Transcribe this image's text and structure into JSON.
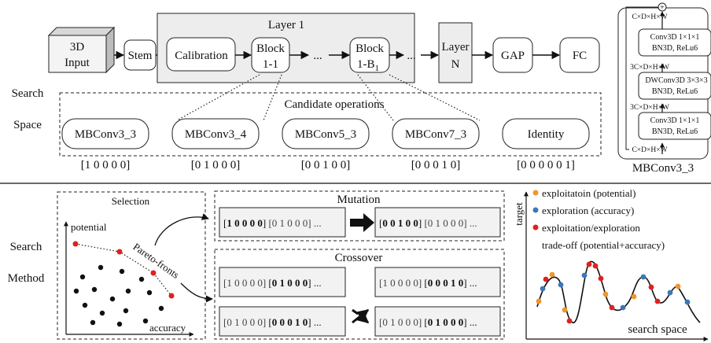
{
  "top": {
    "input": [
      "3D",
      "Input"
    ],
    "stem": "Stem",
    "layer1_title": "Layer 1",
    "calibration": "Calibration",
    "block11": [
      "Block",
      "1-1"
    ],
    "ellipsis": "...",
    "block1b": [
      "Block",
      "1-B",
      "1"
    ],
    "layerN": [
      "Layer",
      "N"
    ],
    "gap": "GAP",
    "fc": "FC"
  },
  "search_space": {
    "label": [
      "Search",
      "Space"
    ],
    "title": "Candidate operations",
    "ops": [
      {
        "name": "MBConv3_3",
        "code": "[1 0 0 0 0]"
      },
      {
        "name": "MBConv3_4",
        "code": "[0 1 0 0 0]"
      },
      {
        "name": "MBConv5_3",
        "code": "[0 0 1 0 0]"
      },
      {
        "name": "MBConv7_3",
        "code": "[0 0 0 1 0]"
      },
      {
        "name": "Identity",
        "code": "[0 0 0 0 0 1]"
      }
    ]
  },
  "mbconv": {
    "title": "MBConv3_3",
    "plus": "+",
    "dims": [
      "C×D×H×W",
      "3C×D×H×W",
      "3C×D×H×W",
      "C×D×H×W"
    ],
    "blocks": [
      [
        "Conv3D 1×1×1",
        "BN3D, ReLu6"
      ],
      [
        "DWConv3D 3×3×3",
        "BN3D, ReLu6"
      ],
      [
        "Conv3D 1×1×1",
        "BN3D, ReLu6"
      ]
    ]
  },
  "method": {
    "label": [
      "Search",
      "Method"
    ],
    "selection": "Selection",
    "potential": "potential",
    "accuracy": "accuracy",
    "pareto": "Pareto-fronts",
    "mutation": "Mutation",
    "crossover": "Crossover",
    "mut_left": {
      "bold": "1 0 0 0 0",
      "rest": "[0 1 0 0 0] ..."
    },
    "mut_right": {
      "bold": "0 0 1 0 0",
      "rest": "[0 1 0 0 0] ..."
    },
    "cross": [
      {
        "first": "[1 0 0 0 0]",
        "bold": "0 1 0 0 0"
      },
      {
        "first": "[0 1 0 0 0]",
        "bold": "0 0 0 1 0"
      },
      {
        "first": "[1 0 0 0 0]",
        "bold": "0 0 0 1 0"
      },
      {
        "first": "[0 1 0 0 0]",
        "bold": "0 1 0 0 0"
      }
    ]
  },
  "legend": {
    "target": "target",
    "search_space": "search space",
    "items": [
      {
        "label": "exploitatoin (potential)",
        "color": "#f0962a"
      },
      {
        "label": "exploration (accuracy)",
        "color": "#3b78b8"
      },
      {
        "label": "exploitation/exploration",
        "color": "#e02020"
      },
      {
        "label": "trade-off (potential+accuracy)",
        "color": ""
      }
    ]
  }
}
